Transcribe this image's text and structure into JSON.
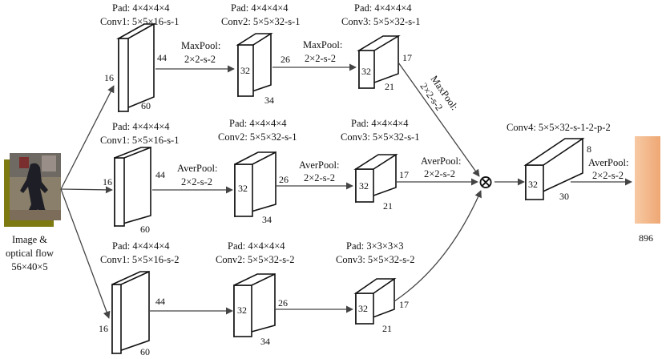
{
  "input": {
    "label_line1": "Image &",
    "label_line2": "optical flow",
    "label_line3": "56×40×5",
    "colors": {
      "person_bg": "#8a7f6a",
      "olive": "#7c7a10",
      "figure": "#1e1f26"
    }
  },
  "branch1": {
    "conv1": {
      "pad": "Pad: 4×4×4×4",
      "name": "Conv1: 5×5×16-s-1",
      "w": "16",
      "d": "44",
      "h": "60"
    },
    "pool1": {
      "name": "MaxPool:",
      "param": "2×2-s-2"
    },
    "conv2": {
      "pad": "Pad: 4×4×4×4",
      "name": "Conv2: 5×5×32-s-1",
      "w": "32",
      "d": "26",
      "h": "34"
    },
    "pool2": {
      "name": "MaxPool:",
      "param": "2×2-s-2"
    },
    "conv3": {
      "pad": "Pad: 4×4×4×4",
      "name": "Conv3: 5×5×32-s-1",
      "w": "32",
      "d": "17",
      "h": "21"
    },
    "pool3": {
      "name": "MaxPool:",
      "param": "2×2-s-2"
    }
  },
  "branch2": {
    "conv1": {
      "pad": "Pad: 4×4×4×4",
      "name": "Conv1: 5×5×16-s-1",
      "w": "16",
      "d": "44",
      "h": "60"
    },
    "pool1": {
      "name": "AverPool:",
      "param": "2×2-s-2"
    },
    "conv2": {
      "pad": "Pad: 4×4×4×4",
      "name": "Conv2: 5×5×32-s-1",
      "w": "32",
      "d": "26",
      "h": "34"
    },
    "pool2": {
      "name": "AverPool:",
      "param": "2×2-s-2"
    },
    "conv3": {
      "pad": "Pad: 4×4×4×4",
      "name": "Conv3: 5×5×32-s-1",
      "w": "32",
      "d": "17",
      "h": "21"
    },
    "pool3": {
      "name": "AverPool:",
      "param": "2×2-s-2"
    }
  },
  "branch3": {
    "conv1": {
      "pad": "Pad: 4×4×4×4",
      "name": "Conv1: 5×5×16-s-2",
      "w": "16",
      "d": "44",
      "h": "60"
    },
    "conv2": {
      "pad": "Pad: 4×4×4×4",
      "name": "Conv2: 5×5×32-s-2",
      "w": "32",
      "d": "26",
      "h": "34"
    },
    "conv3": {
      "pad": "Pad: 3×3×3×3",
      "name": "Conv3: 5×5×32-s-2",
      "w": "32",
      "d": "17",
      "h": "21"
    }
  },
  "merge": {
    "symbol": "⊗"
  },
  "conv4": {
    "name": "Conv4: 5×5×32-s-1-2-p-2",
    "w": "32",
    "d": "8",
    "h": "30"
  },
  "pool4": {
    "name": "AverPool:",
    "param": "2×2-s-2"
  },
  "output": {
    "size": "896",
    "color": "#f2b487"
  }
}
